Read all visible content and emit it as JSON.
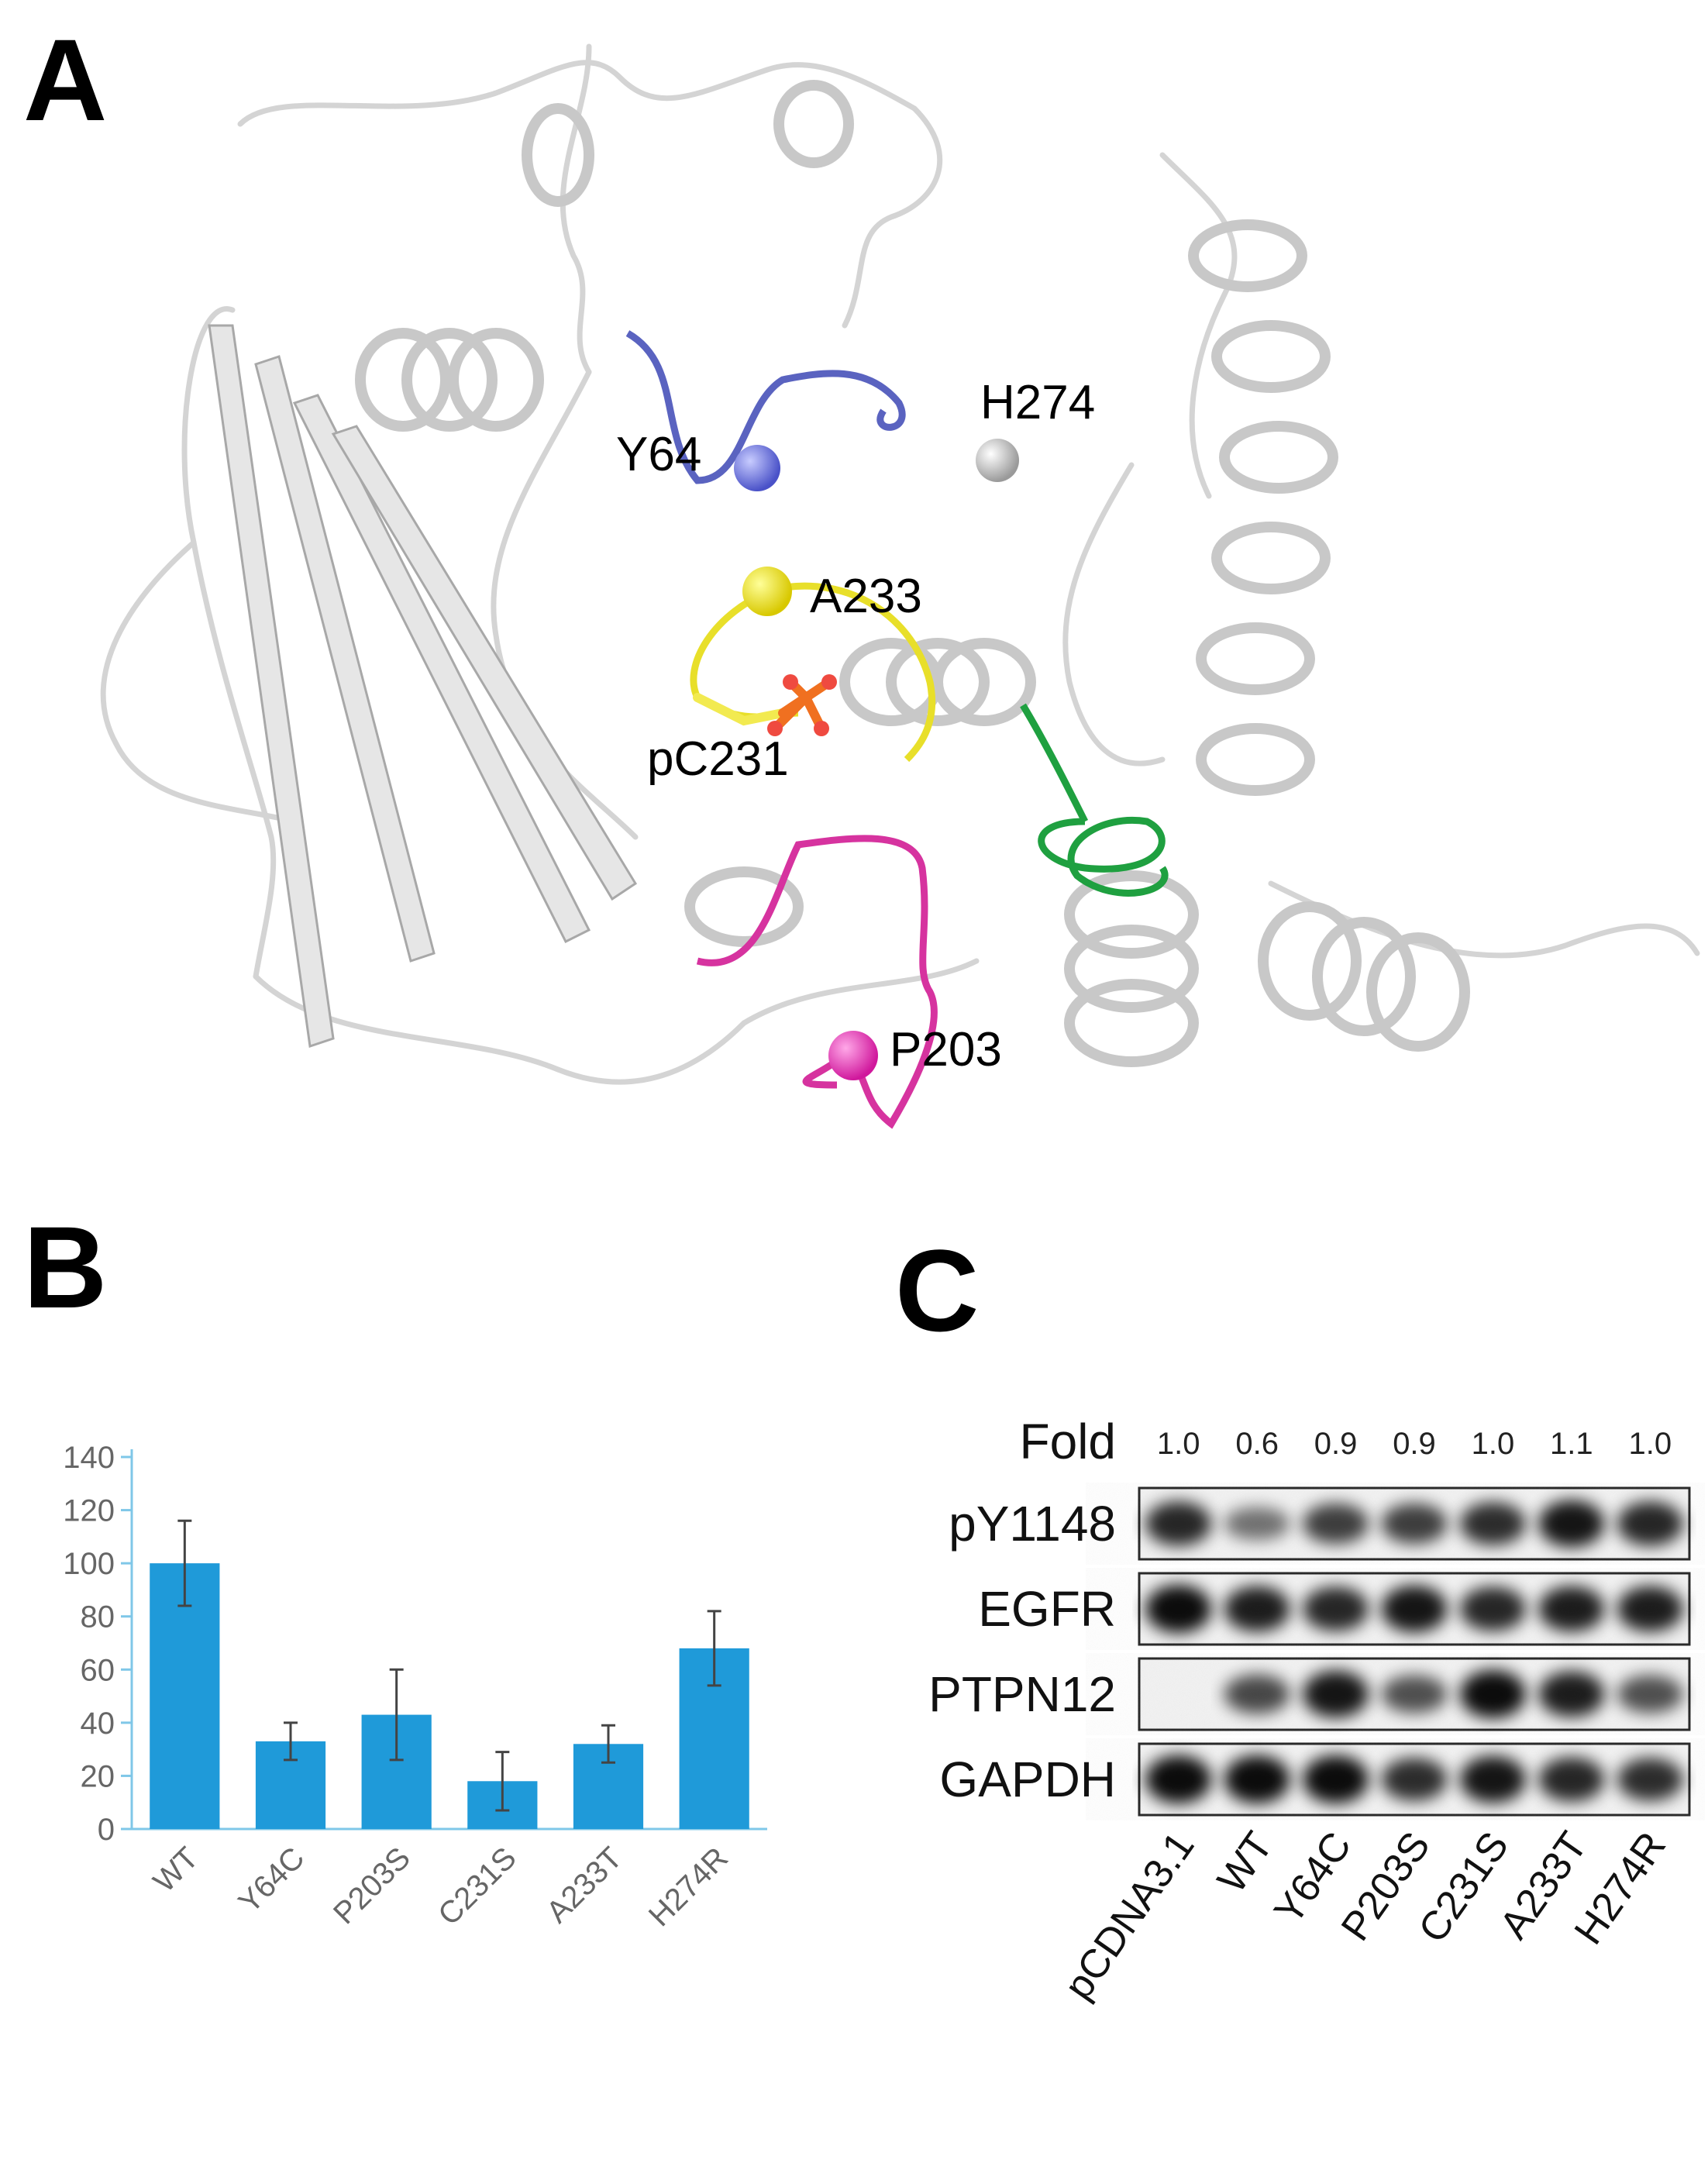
{
  "panels": {
    "a": "A",
    "b": "B",
    "c": "C"
  },
  "structure": {
    "residues": [
      {
        "label": "Y64",
        "color": "#6a72d8"
      },
      {
        "label": "H274",
        "color": "#d8d8d8"
      },
      {
        "label": "A233",
        "color": "#f0e000"
      },
      {
        "label": "pC231",
        "color": "#f2ea50"
      },
      {
        "label": "P203",
        "color": "#e935b8"
      }
    ],
    "colors": {
      "blue_loop": "#5a63c0",
      "yellow_loop": "#e8df2a",
      "green_loop": "#1fa040",
      "magenta_loop": "#d6339f",
      "phosphate": "#f07020",
      "ribbon": "#d8d8d8"
    }
  },
  "chart_data": {
    "type": "bar",
    "categories": [
      "WT",
      "Y64C",
      "P203S",
      "C231S",
      "A233T",
      "H274R"
    ],
    "values": [
      100,
      33,
      43,
      18,
      32,
      68
    ],
    "errors": [
      16,
      7,
      17,
      11,
      7,
      14
    ],
    "yticks": [
      "0",
      "20",
      "40",
      "60",
      "80",
      "100",
      "120",
      "140"
    ],
    "ylim": [
      0,
      140
    ],
    "bar_color": "#1f9ad9",
    "axis_color": "#7fc7e8",
    "grid": false
  },
  "blot": {
    "fold_label": "Fold",
    "fold_values": [
      "1.0",
      "0.6",
      "0.9",
      "0.9",
      "1.0",
      "1.1",
      "1.0"
    ],
    "rows": [
      {
        "label": "pY1148",
        "intensity": [
          0.85,
          0.4,
          0.7,
          0.7,
          0.8,
          0.95,
          0.85
        ]
      },
      {
        "label": "EGFR",
        "intensity": [
          1.0,
          0.9,
          0.85,
          0.95,
          0.85,
          0.9,
          0.9
        ]
      },
      {
        "label": "PTPN12",
        "intensity": [
          0.0,
          0.65,
          0.95,
          0.6,
          1.0,
          0.9,
          0.6
        ]
      },
      {
        "label": "GAPDH",
        "intensity": [
          1.0,
          1.0,
          1.0,
          0.8,
          0.95,
          0.85,
          0.8
        ]
      }
    ],
    "lanes": [
      "pCDNA3.1",
      "WT",
      "Y64C",
      "P203S",
      "C231S",
      "A233T",
      "H274R"
    ]
  }
}
